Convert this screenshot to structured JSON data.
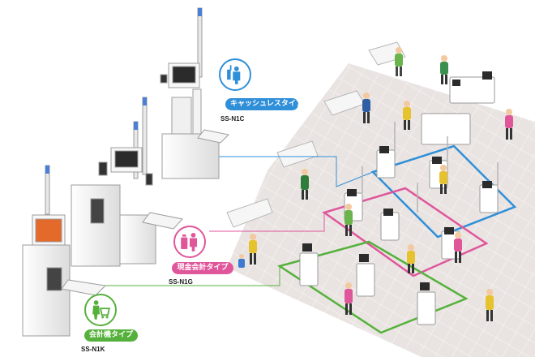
{
  "types": [
    {
      "id": "cashless",
      "label": "キャッシュレスタイプ",
      "model": "SS-N1C",
      "icon": "person-smartphone-payment-icon",
      "color": "#2f8fd8"
    },
    {
      "id": "cash",
      "label": "現金会計タイプ",
      "model": "SS-N1G",
      "icon": "person-cash-payment-icon",
      "color": "#e0569b"
    },
    {
      "id": "cart",
      "label": "会計機タイプ",
      "model": "SS-N1K",
      "icon": "person-shopping-cart-icon",
      "color": "#56b13c"
    }
  ],
  "colors": {
    "floor": "#e9e4e2",
    "floor_tile_line": "#f7f4f3",
    "machine_body": "#f3f3f3",
    "machine_shadow": "#d6d6d6",
    "screen": "#2b2b2b",
    "pole_light": "#4a7fd4"
  }
}
